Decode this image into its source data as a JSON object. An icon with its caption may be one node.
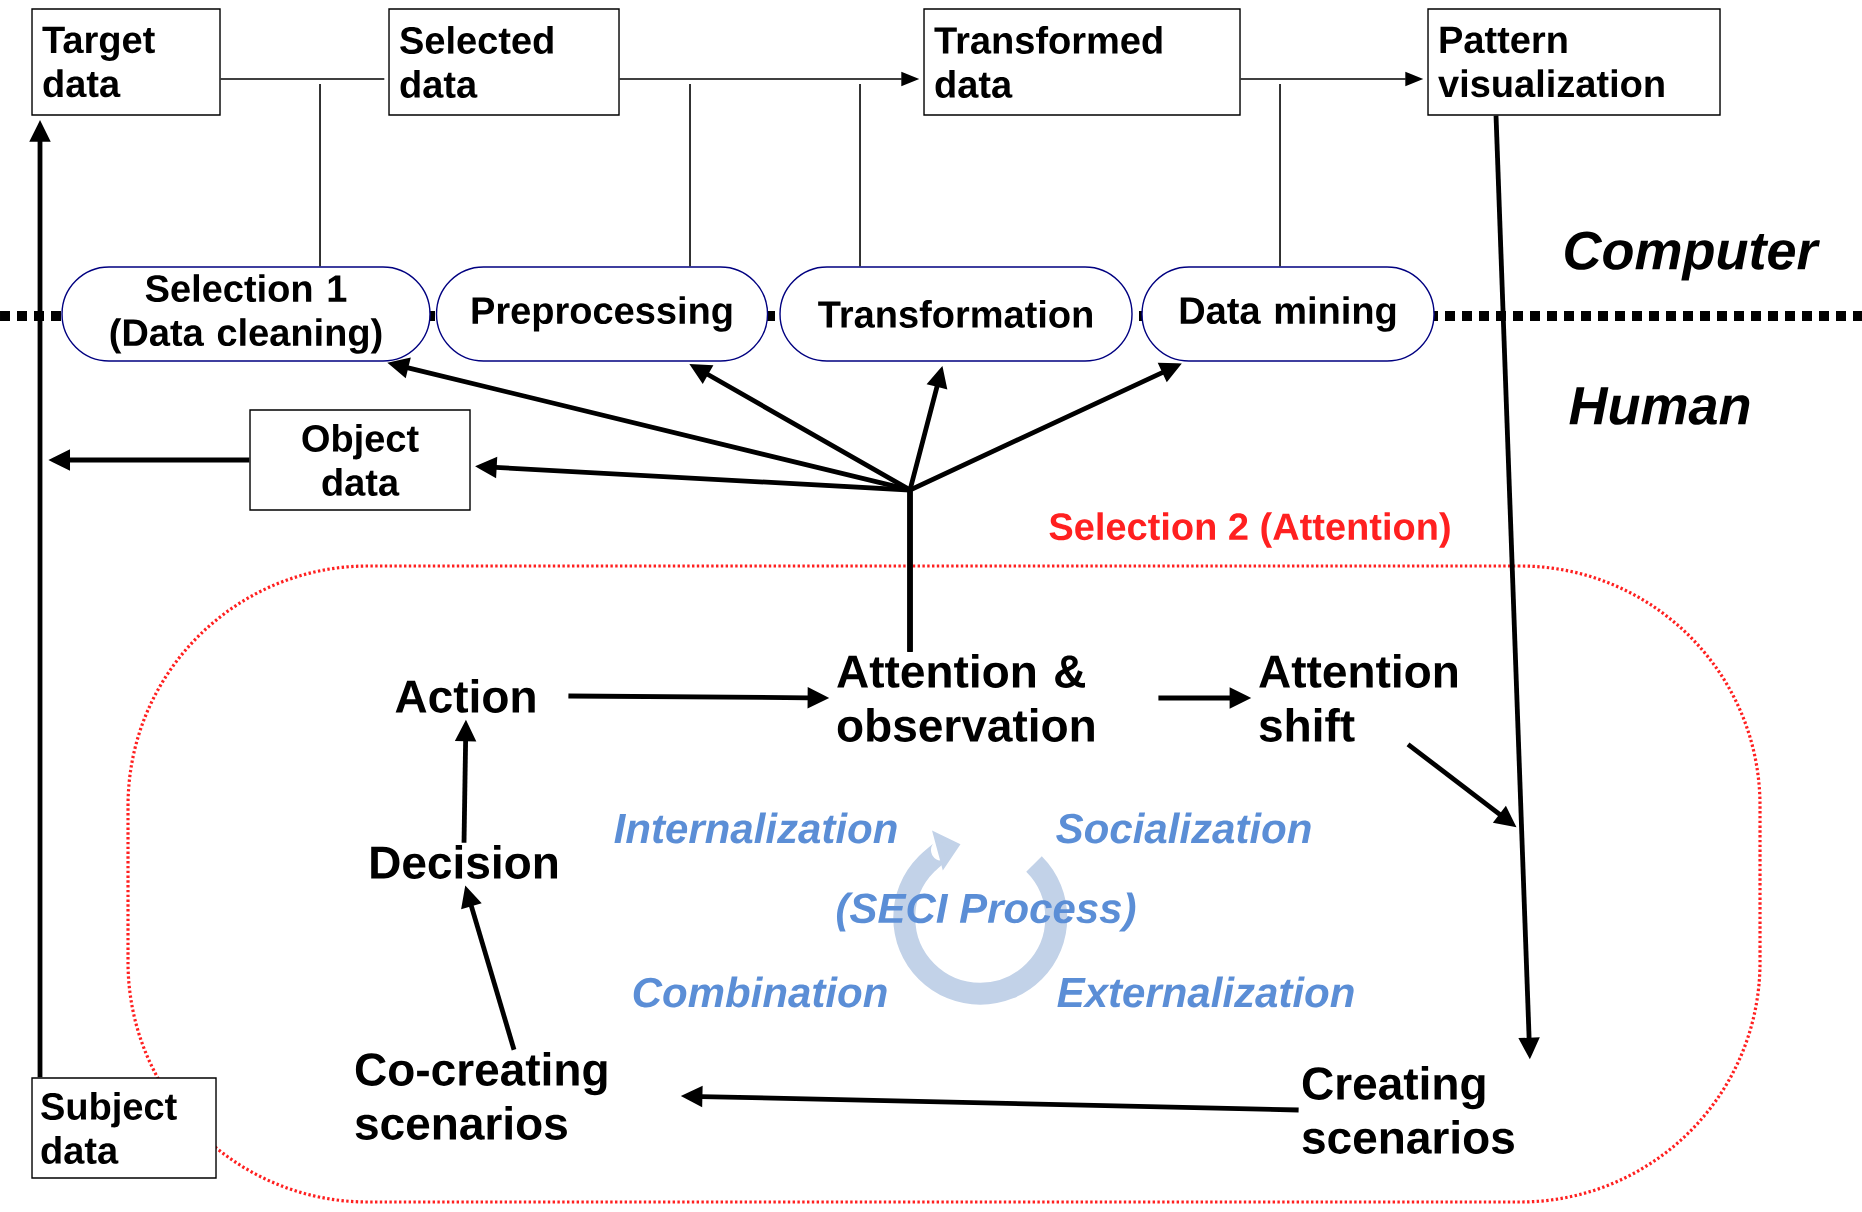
{
  "diagram": {
    "nodes": [
      {
        "text": [
          "Target data"
        ]
      },
      {
        "text": [
          "Selected data"
        ]
      },
      {
        "text": [
          "Transformed data"
        ]
      },
      {
        "text": [
          "Pattern visualization"
        ]
      },
      {
        "text": [
          "Selection 1 (Data cleaning)"
        ]
      },
      {
        "text": [
          "Preprocessing"
        ]
      },
      {
        "text": [
          "Transformation"
        ]
      },
      {
        "text": [
          "Data mining"
        ]
      },
      {
        "text": [
          "Object data"
        ]
      },
      {
        "text": [
          "Selection 2 (Attention)"
        ]
      },
      {
        "text": [
          "Action"
        ],
        "in": 9
      },
      {
        "text": [
          "Attention & observation"
        ],
        "in": 9
      },
      {
        "text": [
          "Attention shift"
        ],
        "in": 9
      },
      {
        "text": [
          "Decision"
        ],
        "in": 9
      },
      {
        "text": [
          "Co-creating scenarios"
        ],
        "in": 9
      },
      {
        "text": [
          "Creating scenarios"
        ],
        "in": 9
      },
      {
        "text": [
          "Subject data"
        ]
      }
    ],
    "edges": [
      {
        "from": 0,
        "to": 1,
        "arrow": "none"
      },
      {
        "from": 1,
        "to": 2,
        "arrow": "to"
      },
      {
        "from": 2,
        "to": 3,
        "arrow": "to"
      },
      {
        "from": 4,
        "to": null,
        "arrow": "none"
      },
      {
        "from": 5,
        "to": null,
        "arrow": "none"
      },
      {
        "from": 6,
        "to": null,
        "arrow": "none"
      },
      {
        "from": 7,
        "to": null,
        "arrow": "none"
      },
      {
        "from": 11,
        "to": 4,
        "arrow": "to"
      },
      {
        "from": 11,
        "to": 5,
        "arrow": "to"
      },
      {
        "from": 11,
        "to": 6,
        "arrow": "to"
      },
      {
        "from": 11,
        "to": 7,
        "arrow": "to"
      },
      {
        "from": 11,
        "to": 8,
        "arrow": "to"
      },
      {
        "from": 8,
        "to": null,
        "arrow": "to"
      },
      {
        "from": 16,
        "to": 0,
        "arrow": "to"
      },
      {
        "from": 3,
        "to": 15,
        "arrow": "to"
      },
      {
        "from": 12,
        "to": null,
        "arrow": "to"
      },
      {
        "from": 10,
        "to": 11,
        "arrow": "to"
      },
      {
        "from": 11,
        "to": 12,
        "arrow": "to"
      },
      {
        "from": 15,
        "to": 14,
        "arrow": "to"
      },
      {
        "from": 14,
        "to": 13,
        "arrow": "to"
      },
      {
        "from": 13,
        "to": 10,
        "arrow": "to"
      }
    ],
    "labels": [
      "Computer",
      "Human",
      "Internalization",
      "Socialization",
      "(SECI Process)",
      "Combination",
      "Externalization"
    ]
  }
}
